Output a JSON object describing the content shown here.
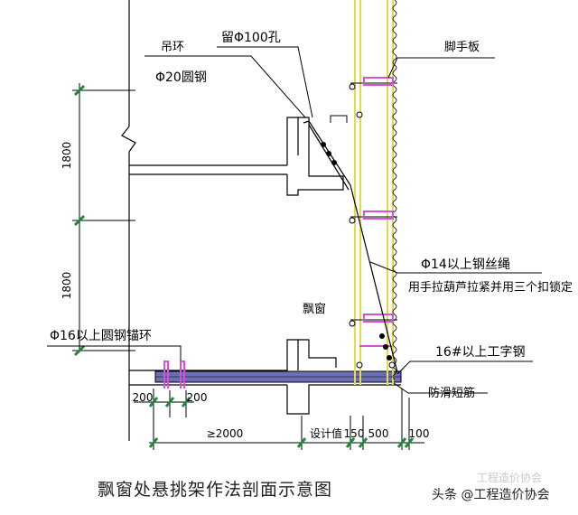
{
  "labels": {
    "hanging_ring": "吊环",
    "hole": "留Φ100孔",
    "round_steel": "Φ20圆钢",
    "scaffold_board": "脚手板",
    "wire_rope": "Φ14以上钢丝绳",
    "tension_note": "用手拉葫芦拉紧并用三个扣锁定",
    "bay_window": "飘窗",
    "anchor_ring": "Φ16以上圆钢锚环",
    "i_beam": "16#以上工字钢",
    "anti_slip": "防滑短筋"
  },
  "dimensions": {
    "upper_height": "1800",
    "lower_height": "1800",
    "anchor_spacing_1": "200",
    "anchor_spacing_2": "200",
    "anchor_length": "≥2000",
    "design_value": "设计值",
    "dim_150": "150",
    "dim_500": "500",
    "dim_100": "100"
  },
  "caption": "飘窗处悬挑架作法剖面示意图",
  "watermark": "头条 @工程造价协会",
  "watermark_ghost": "工程造价协会",
  "colors": {
    "line": "#000000",
    "scaffold_pole": "#e6d94a",
    "clamp": "#d84fd8",
    "i_beam_fill": "#3a3f9e",
    "dimension_green": "#1a8a3a",
    "leader_green": "#22a04a"
  }
}
